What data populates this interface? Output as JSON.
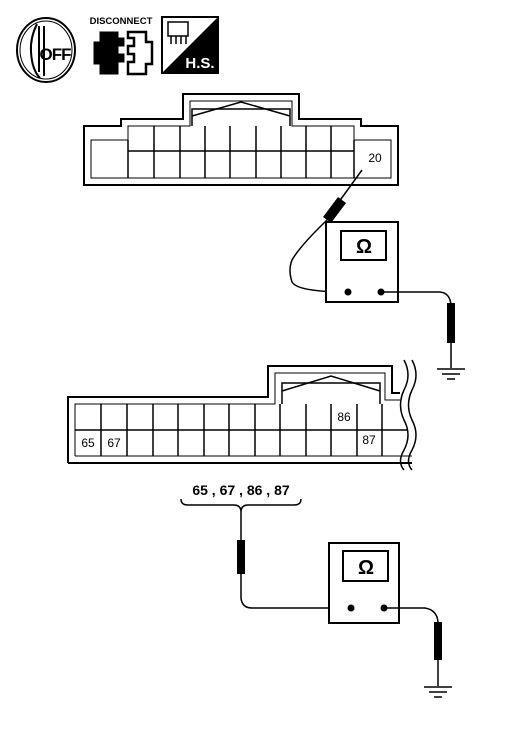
{
  "icons": {
    "ignition": {
      "icon": "ignition-key-off-icon",
      "label": "OFF"
    },
    "disconnect": {
      "icon": "connector-disconnect-icon",
      "label": "DISCONNECT"
    },
    "harness_side": {
      "icon": "harness-side-icon",
      "label": "H.S."
    }
  },
  "connector_top": {
    "terminal_label": "20"
  },
  "connector_bottom": {
    "terminal_labels": {
      "t65": "65",
      "t67": "67",
      "t86": "86",
      "t87": "87"
    }
  },
  "probe_callout": "65 , 67 , 86 , 87",
  "meters": [
    {
      "symbol": "Ω",
      "icon": "ohmmeter-icon"
    },
    {
      "symbol": "Ω",
      "icon": "ohmmeter-icon"
    }
  ],
  "ground_icon": "ground-icon",
  "colors": {
    "line": "#000000",
    "background": "#ffffff"
  }
}
